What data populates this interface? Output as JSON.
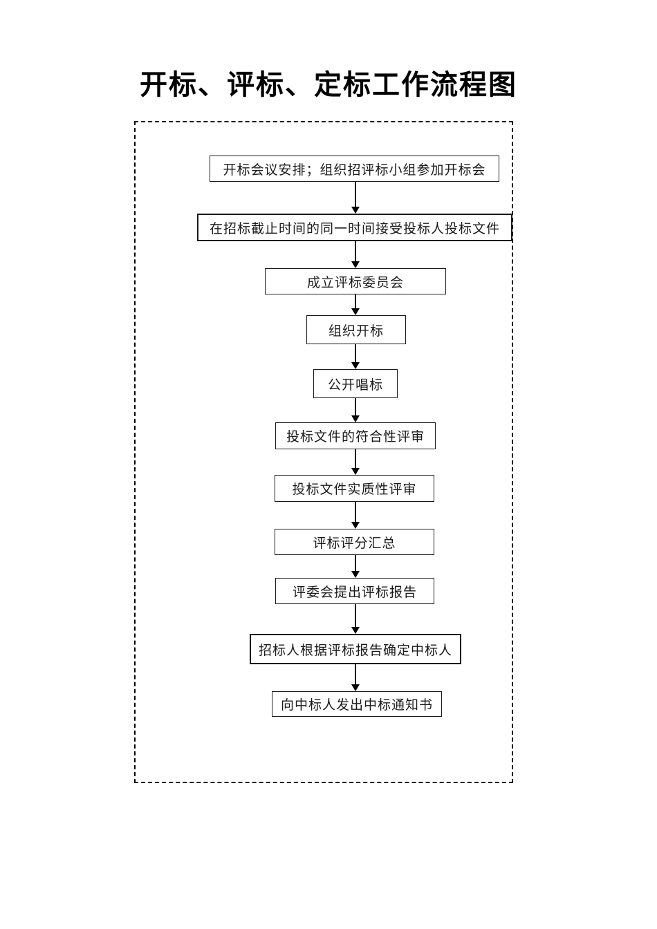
{
  "page": {
    "title": "开标、评标、定标工作流程图"
  },
  "flowchart": {
    "nodes": [
      {
        "label": "开标会议安排；组织招评标小组参加开标会"
      },
      {
        "label": "在招标截止时间的同一时间接受投标人投标文件"
      },
      {
        "label": "成立评标委员会"
      },
      {
        "label": "组织开标"
      },
      {
        "label": "公开唱标"
      },
      {
        "label": "投标文件的符合性评审"
      },
      {
        "label": "投标文件实质性评审"
      },
      {
        "label": "评标评分汇总"
      },
      {
        "label": "评委会提出评标报告"
      },
      {
        "label": "招标人根据评标报告确定中标人"
      },
      {
        "label": "向中标人发出中标通知书"
      }
    ],
    "connector_color": "#000000"
  }
}
